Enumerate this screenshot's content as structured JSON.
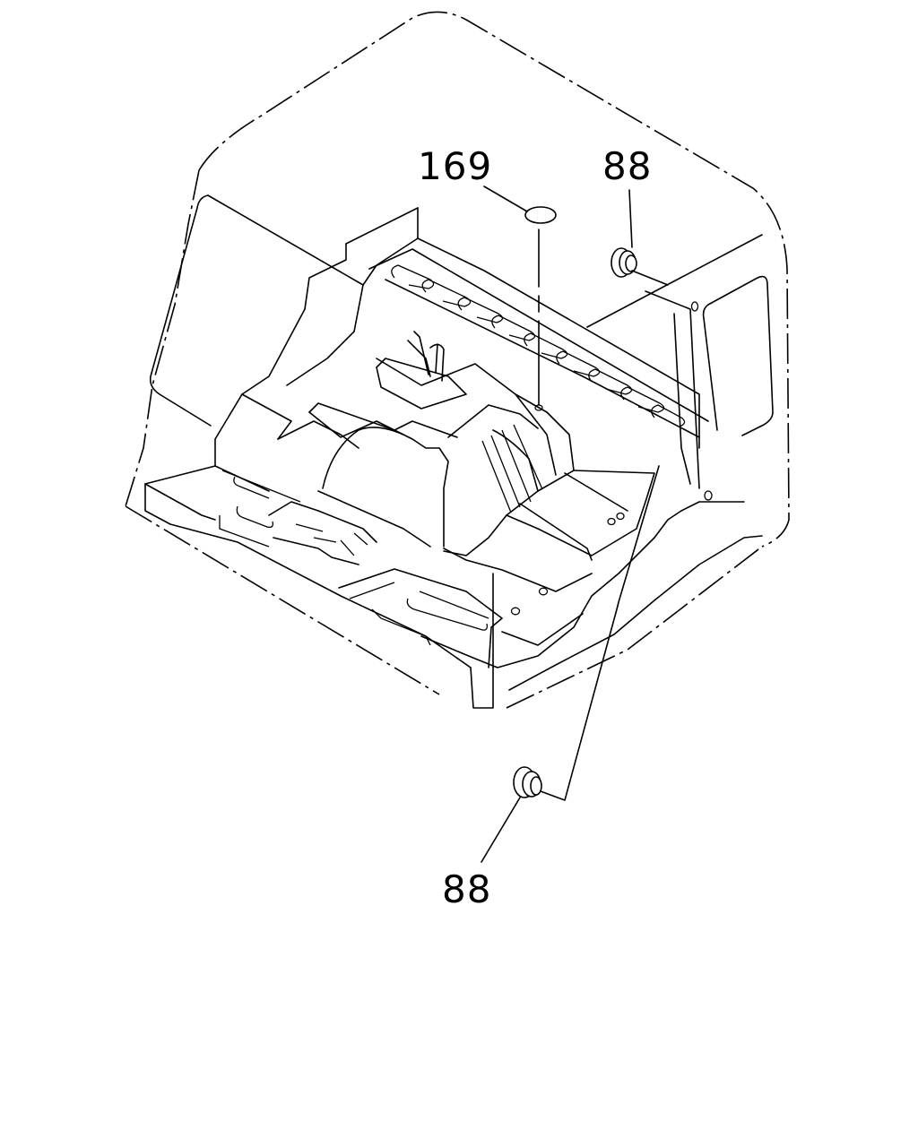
{
  "diagram": {
    "colors": {
      "line": "#000000",
      "background": "#ffffff"
    },
    "callouts": [
      {
        "id": "c169",
        "label": "169"
      },
      {
        "id": "c88a",
        "label": "88"
      },
      {
        "id": "c88b",
        "label": "88"
      }
    ]
  }
}
